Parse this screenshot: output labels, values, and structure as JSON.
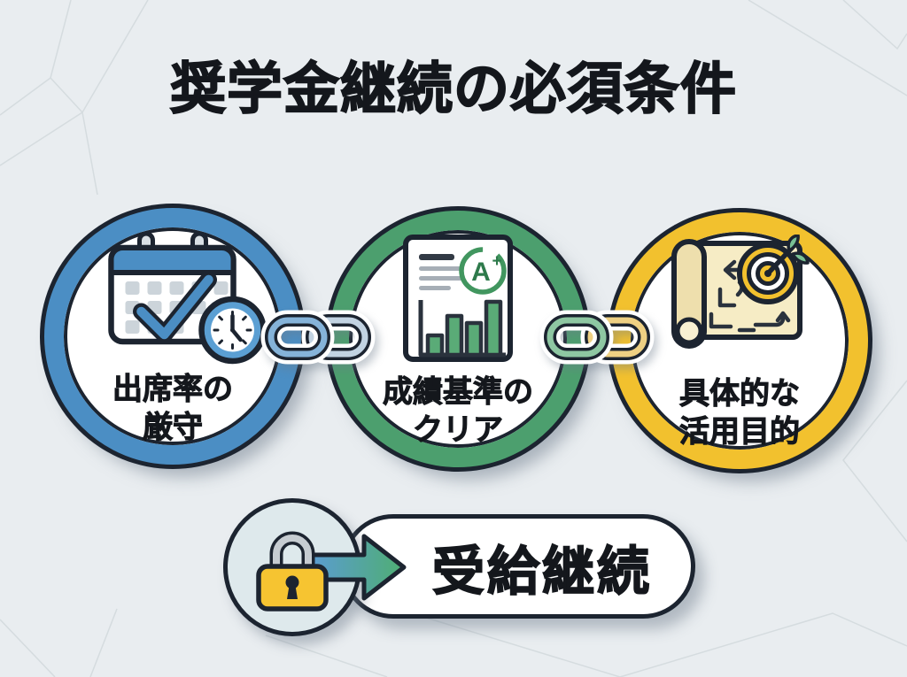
{
  "title": "奨学金継続の必須条件",
  "items": [
    {
      "label_lines": [
        "出席率の",
        "厳守"
      ],
      "ring_color": "#4b8ec4",
      "icon": "calendar-check-clock-icon"
    },
    {
      "label_lines": [
        "成績基準の",
        "クリア"
      ],
      "ring_color": "#4c9f6e",
      "icon": "grade-report-chart-icon",
      "grade_badge": "A+"
    },
    {
      "label_lines": [
        "具体的な",
        "活用目的"
      ],
      "ring_color": "#f2c12e",
      "icon": "map-scroll-target-icon"
    }
  ],
  "chains": [
    {
      "icon": "chain-link-icon",
      "left_color": "#85b3d9",
      "right_color": "#c2d3e2"
    },
    {
      "icon": "chain-link-icon",
      "left_color": "#8ec7a2",
      "right_color": "#eed083"
    }
  ],
  "result": {
    "label": "受給継続",
    "lock_icon": "padlock-icon",
    "arrow_icon": "arrow-right-icon"
  },
  "palette": {
    "background": "#e9edf0",
    "outline": "#1c2430",
    "text": "#14171c",
    "blue": "#4b8ec4",
    "clock_blue": "#5b9fd3",
    "green": "#4c9f6e",
    "yellow": "#f2c12e",
    "bar_green": "#5aab77",
    "grade_ring_green": "#41965f",
    "grade_text_green": "#2e7a4b",
    "scroll_cream": "#f6ecc5",
    "scroll_roll": "#eedfad",
    "fletch_green": "#79c094",
    "lock_body": "#f6c431",
    "lock_shackle": "#c6ccd1",
    "lock_circle_bg": "#dee9ec",
    "arrow_start": "#5b9bd5",
    "arrow_end": "#4fae73"
  }
}
